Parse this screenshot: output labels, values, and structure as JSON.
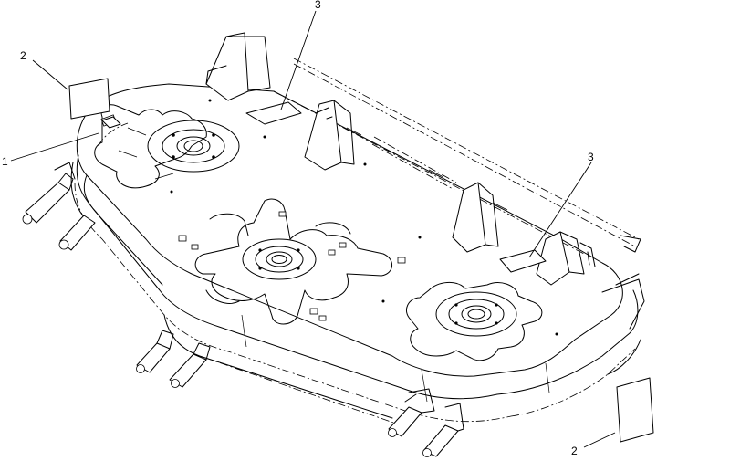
{
  "callouts": [
    {
      "id": "callout-1",
      "text": "1"
    },
    {
      "id": "callout-2-top",
      "text": "2"
    },
    {
      "id": "callout-3-top",
      "text": "3"
    },
    {
      "id": "callout-3-right",
      "text": "3"
    },
    {
      "id": "callout-2-bottom",
      "text": "2"
    }
  ]
}
